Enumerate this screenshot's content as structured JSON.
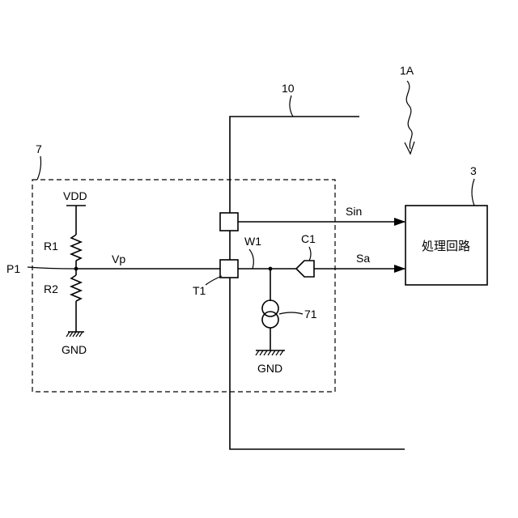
{
  "labels": {
    "fig_ref": "1A",
    "line_ref": "10",
    "circuit_ref": "7",
    "block_ref": "3",
    "block_text": "処理回路",
    "vdd": "VDD",
    "gnd_left": "GND",
    "gnd_right": "GND",
    "r1": "R1",
    "r2": "R2",
    "p1": "P1",
    "vp": "Vp",
    "t1": "T1",
    "w1": "W1",
    "c1": "C1",
    "src_ref": "71",
    "sin": "Sin",
    "sa": "Sa"
  }
}
